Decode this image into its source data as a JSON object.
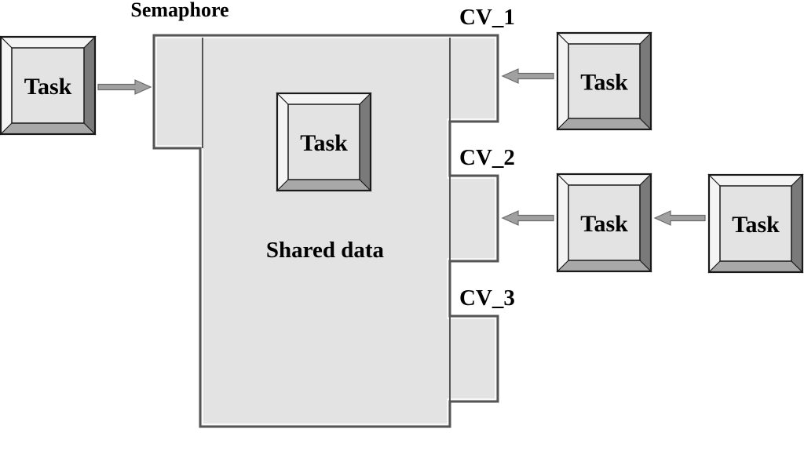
{
  "labels": {
    "semaphore": "Semaphore",
    "shared_data": "Shared data",
    "cv_1": "CV_1",
    "cv_2": "CV_2",
    "cv_3": "CV_3"
  },
  "tasks": {
    "semaphore_waiting": "Task",
    "inside_monitor": "Task",
    "cv1_waiting": "Task",
    "cv2_waiting_front": "Task",
    "cv2_waiting_back": "Task"
  },
  "colors": {
    "fill": "#e3e3e3",
    "dark_bevel": "#7a7a7a",
    "mid_bevel": "#a8a8a8",
    "light_bevel": "#f4f4f4",
    "outline": "#1a1a1a",
    "arrow": "#a0a0a0",
    "arrow_stroke": "#6a6a6a"
  }
}
